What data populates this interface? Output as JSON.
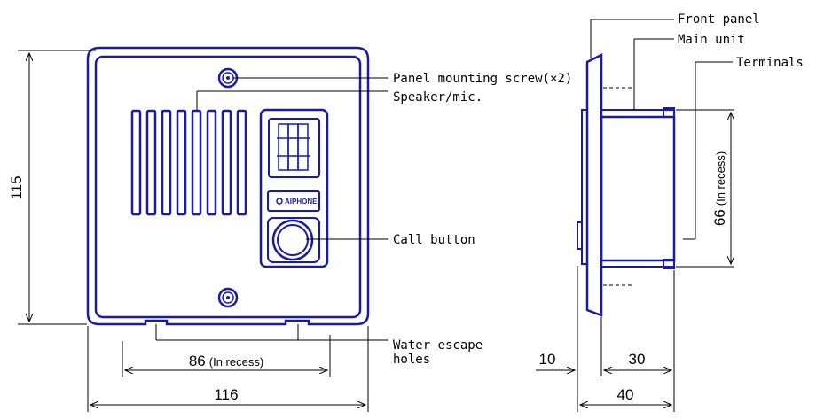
{
  "labels": {
    "panel_screw": "Panel mounting screw(×2)",
    "speaker": "Speaker/mic.",
    "call_button": "Call button",
    "water_line1": "Water escape",
    "water_line2": "holes",
    "front_panel": "Front panel",
    "main_unit": "Main unit",
    "terminals": "Terminals"
  },
  "brand": "AIPHONE",
  "dimensions": {
    "height": "115",
    "width": "116",
    "holes_value": "86",
    "holes_note": "(In recess)",
    "side_height_value": "66",
    "side_height_note": "(In recess)",
    "front_depth": "10",
    "unit_depth": "30",
    "total_depth": "40"
  },
  "colors": {
    "line": "#1a1aa8",
    "leader": "#000000"
  }
}
